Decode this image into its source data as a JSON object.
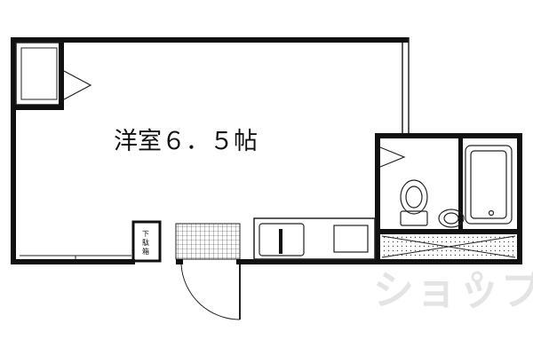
{
  "plan": {
    "main_room_label": "洋室６．５帖",
    "shoe_box_label": "下駄箱",
    "watermark_text": "ショップ"
  },
  "colors": {
    "wall": "#111111",
    "line": "#222222",
    "background": "#ffffff",
    "watermark": "#e4e4e4"
  }
}
